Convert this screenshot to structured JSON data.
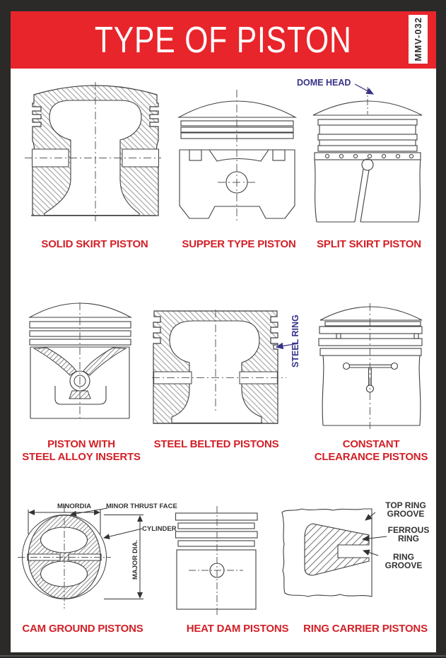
{
  "header": {
    "title": "TYPE OF PISTON",
    "code": "MMV-032"
  },
  "labels": {
    "solid_skirt": "SOLID SKIRT PISTON",
    "supper_type": "SUPPER TYPE PISTON",
    "split_skirt": "SPLIT SKIRT PISTON",
    "steel_alloy_line1": "PISTON WITH",
    "steel_alloy_line2": "STEEL ALLOY INSERTS",
    "steel_belted": "STEEL BELTED PISTONS",
    "constant_line1": "CONSTANT",
    "constant_line2": "CLEARANCE PISTONS",
    "cam_ground": "CAM GROUND PISTONS",
    "heat_dam": "HEAT DAM PISTONS",
    "ring_carrier": "RING CARRIER PISTONS"
  },
  "annotations": {
    "dome_head": "DOME HEAD",
    "steel_ring": "STEEL RING",
    "minor_dia": "MINORDIA",
    "minor_thrust_face": "MINOR THRUST FACE",
    "cylinder": "CYLINDER",
    "major_dia": "MAJOR DIA.",
    "top_ring_groove": "TOP RING GROOVE",
    "ferrous_ring": "FERROUS RING",
    "ring_groove": "RING GROOVE"
  },
  "colors": {
    "banner_red": "#e8252b",
    "label_red": "#d22027",
    "annotation_navy": "#37338a",
    "frame_dark": "#2b2a28",
    "line_dark": "#3f3f3f"
  }
}
